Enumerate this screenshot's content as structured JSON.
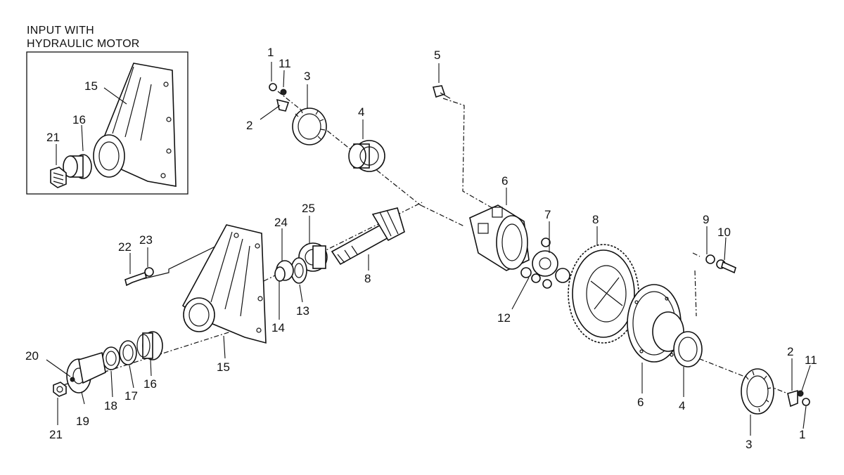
{
  "inset": {
    "title_line1": "INPUT WITH",
    "title_line2": "HYDRAULIC MOTOR",
    "callouts": [
      "15",
      "16",
      "21"
    ]
  },
  "callouts": {
    "c1_top": "1",
    "c11_top": "11",
    "c3_top": "3",
    "c2_top": "2",
    "c4_top": "4",
    "c5": "5",
    "c6_top": "6",
    "c7": "7",
    "c8_right": "8",
    "c9": "9",
    "c10": "10",
    "c12": "12",
    "c8_pinion": "8",
    "c25": "25",
    "c24": "24",
    "c22": "22",
    "c23": "23",
    "c14": "14",
    "c13": "13",
    "c15": "15",
    "c16": "16",
    "c17": "17",
    "c18": "18",
    "c19": "19",
    "c20": "20",
    "c21": "21",
    "c6_bottom": "6",
    "c4_bottom": "4",
    "c3_bottom": "3",
    "c2_bottom": "2",
    "c11_bottom": "11",
    "c1_bottom": "1"
  }
}
